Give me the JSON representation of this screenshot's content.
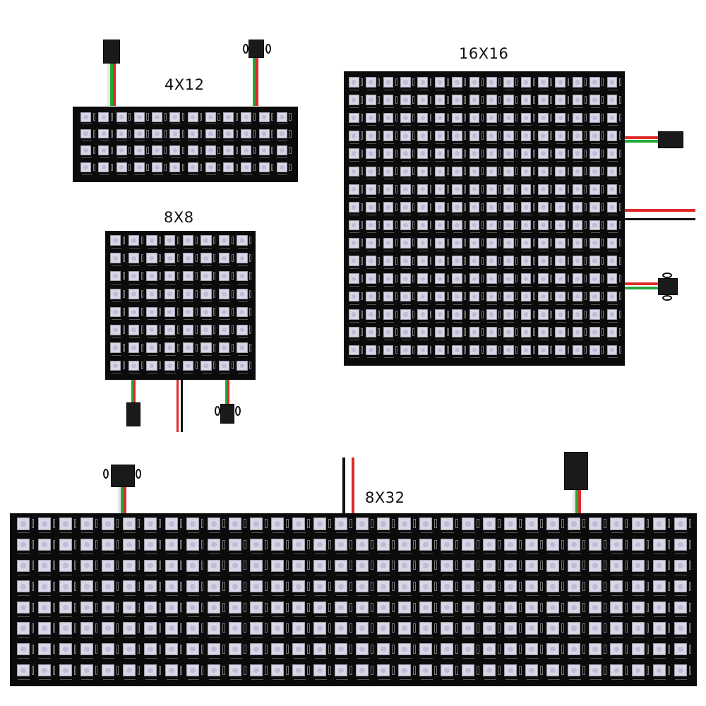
{
  "panels": [
    {
      "id": "4x12",
      "label": "4X12",
      "rows": 4,
      "cols": 12
    },
    {
      "id": "8x8",
      "label": "8X8",
      "rows": 8,
      "cols": 8
    },
    {
      "id": "16x16",
      "label": "16X16",
      "rows": 16,
      "cols": 16
    },
    {
      "id": "8x32",
      "label": "8X32",
      "rows": 8,
      "cols": 32
    }
  ],
  "colors": {
    "pcb": "#0b0b0b",
    "led_chip": "#d9d6e6",
    "wire_red": "#e02a2a",
    "wire_green": "#22a83a",
    "wire_white": "#e6e6e6",
    "wire_black": "#111111",
    "connector": "#1a1a1a"
  }
}
